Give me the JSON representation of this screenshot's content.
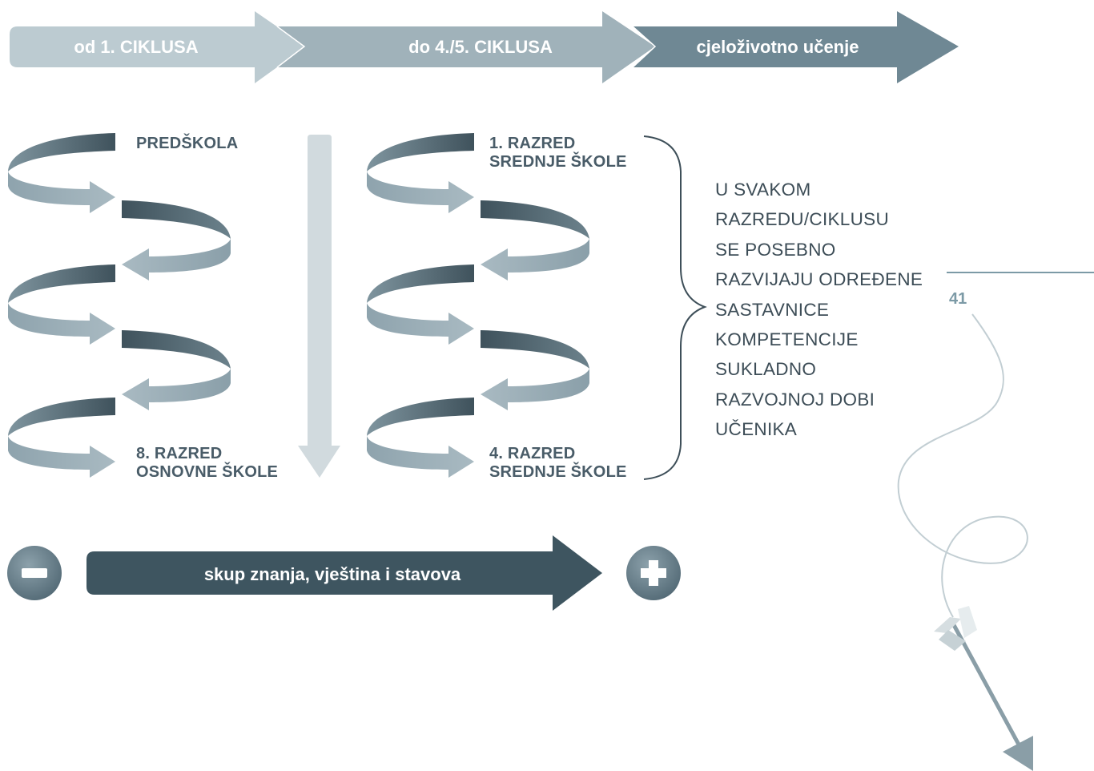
{
  "banner": {
    "stage1": "od 1. CIKLUSA",
    "stage2": "do 4./5. CIKLUSA",
    "stage3": "cjeloživotno učenje"
  },
  "left_spiral": {
    "top_label": "PREDŠKOLA",
    "bottom_label_line1": "8. RAZRED",
    "bottom_label_line2": "OSNOVNE ŠKOLE"
  },
  "right_spiral": {
    "top_label_line1": "1. RAZRED",
    "top_label_line2": "SREDNJE ŠKOLE",
    "bottom_label_line1": "4. RAZRED",
    "bottom_label_line2": "SREDNJE ŠKOLE"
  },
  "note_lines": [
    "U SVAKOM",
    "RAZREDU/CIKLUSU",
    "SE POSEBNO",
    "RAZVIJAJU ODREĐENE",
    "SASTAVNICE",
    "KOMPETENCIJE",
    "SUKLADNO",
    "RAZVOJNOJ DOBI",
    "UČENIKA"
  ],
  "bottom_bar": {
    "label": "skup znanja, vještina i stavova",
    "minus_icon": "minus-icon",
    "plus_icon": "plus-icon"
  },
  "page_number": "41",
  "colors": {
    "banner1": "#bac9cf",
    "banner2": "#9eb0b8",
    "banner3": "#6f8894",
    "spiral_dark": "#3f515b",
    "spiral_light": "#a4b5bd",
    "bar": "#3e5560",
    "circle": "#6e8793",
    "down_arrow": "#d1dade"
  }
}
